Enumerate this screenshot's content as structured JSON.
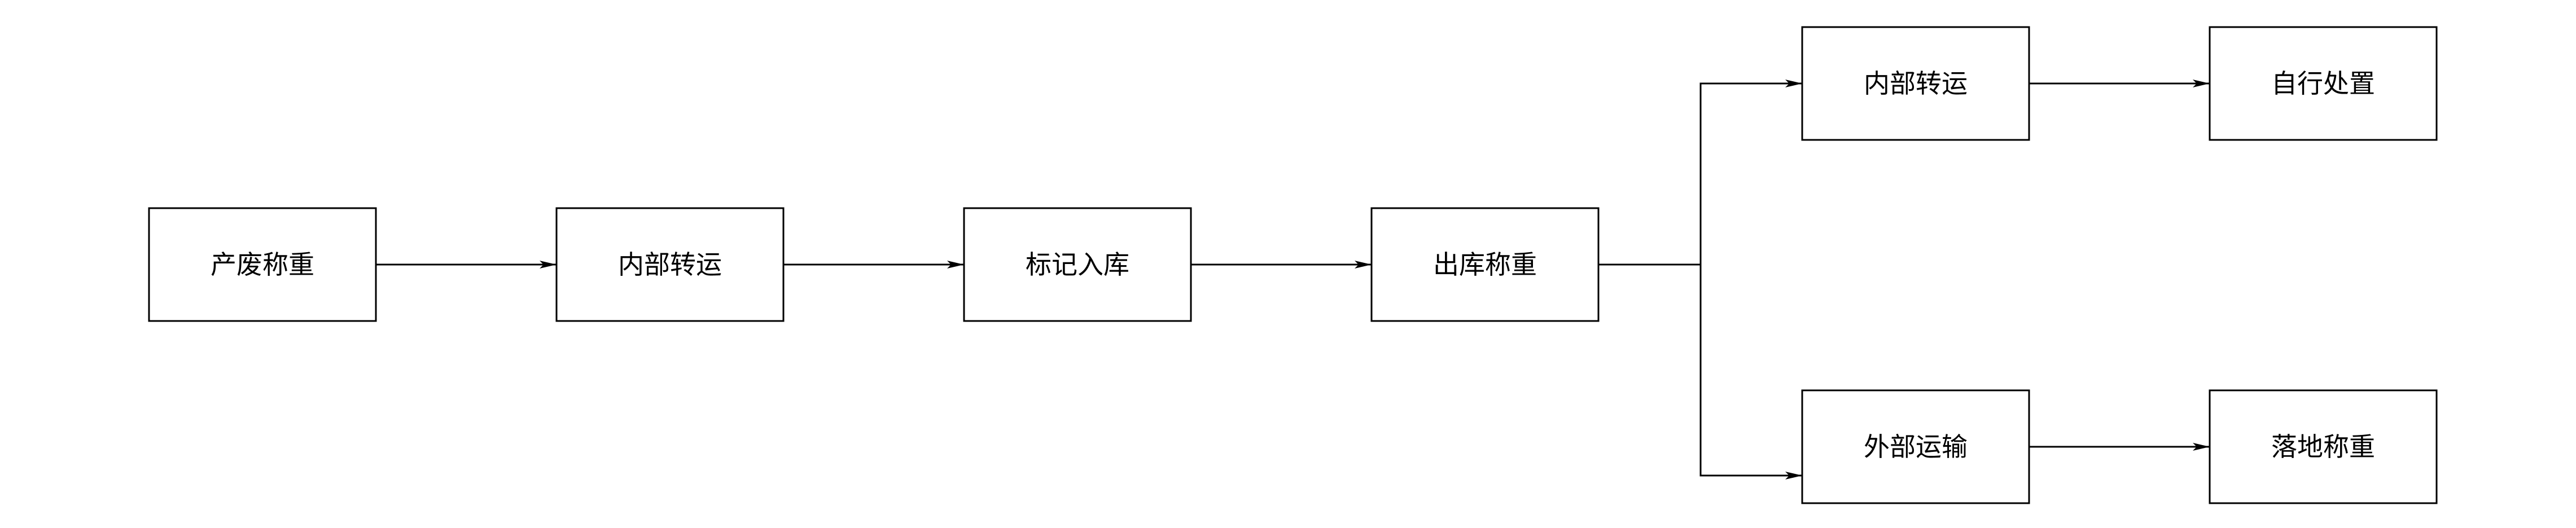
{
  "diagram": {
    "type": "flowchart",
    "direction": "left-to-right",
    "colors": {
      "stroke": "#000000",
      "node_fill": "#ffffff",
      "background": "#ffffff"
    },
    "nodes": [
      {
        "id": "n1",
        "label": "产废称重"
      },
      {
        "id": "n2",
        "label": "内部转运"
      },
      {
        "id": "n3",
        "label": "标记入库"
      },
      {
        "id": "n4",
        "label": "出库称重"
      },
      {
        "id": "n5",
        "label": "内部转运"
      },
      {
        "id": "n6",
        "label": "自行处置"
      },
      {
        "id": "n7",
        "label": "外部运输"
      },
      {
        "id": "n8",
        "label": "落地称重"
      }
    ],
    "edges": [
      {
        "from": "n1",
        "to": "n2"
      },
      {
        "from": "n2",
        "to": "n3"
      },
      {
        "from": "n3",
        "to": "n4"
      },
      {
        "from": "n4",
        "to": "n5"
      },
      {
        "from": "n4",
        "to": "n7"
      },
      {
        "from": "n5",
        "to": "n6"
      },
      {
        "from": "n7",
        "to": "n8"
      }
    ]
  }
}
